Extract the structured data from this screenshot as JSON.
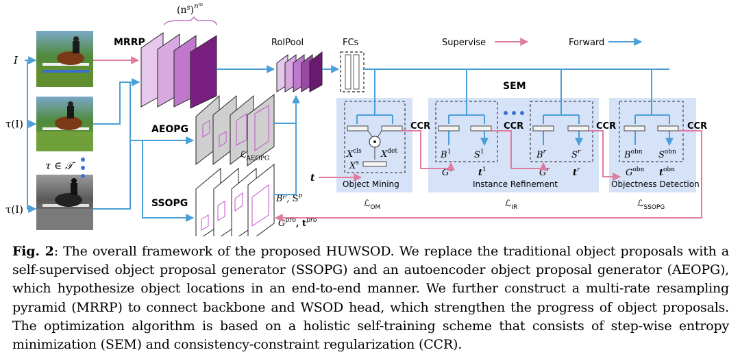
{
  "figure": {
    "inputs": {
      "input_label": "I",
      "tau_label_top": "τ(I)",
      "tau_label_bottom": "τ(I)",
      "tau_set": "τ ∈ 𝒯"
    },
    "exponent_label": "(n",
    "exponent_label_s": "s",
    "exponent_label_close": ")",
    "exponent_label_n": "n",
    "exponent_label_m": "m",
    "mrrp": "MRRP",
    "roipool": "RoIPool",
    "fcs": "FCs",
    "aeopg": "AEOPG",
    "ssopg": "SSOPG",
    "l_aeopg_main": "ℒ",
    "l_aeopg_sub": "AEOPG",
    "bp_sp": "B",
    "bp_sup": "p",
    "sp": ", S",
    "sp_sup": "p",
    "gpro": "G",
    "gpro_sup": "pro",
    "tpro": ", t",
    "tpro_sup": "pro",
    "legend_supervise": "Supervise",
    "legend_forward": "Forward",
    "sem": "SEM",
    "ccr": "CCR",
    "t_input": "t",
    "om": {
      "title": "Object Mining",
      "xcls": "X",
      "xcls_sup": "cls",
      "xdet": "X",
      "xdet_sup": "det",
      "xs": "X",
      "xs_sup": "s",
      "loss": "ℒ",
      "loss_sub": "OM"
    },
    "ir": {
      "title": "Instance Refinement",
      "b1": "B",
      "b1_sup": "1",
      "s1": "S",
      "s1_sup": "1",
      "g1": "G",
      "g1_sup": "1",
      "t1": "t",
      "t1_sup": "1",
      "br": "B",
      "br_sup": "r",
      "sr": "S",
      "sr_sup": "r",
      "gr": "G",
      "gr_sup": "r",
      "tr": "t",
      "tr_sup": "r",
      "loss": "ℒ",
      "loss_sub": "IR"
    },
    "od": {
      "title": "Objectness Detection",
      "bobn": "B",
      "bobn_sup": "obn",
      "sobn": "S",
      "sobn_sup": "obn",
      "gobn": "G",
      "gobn_sup": "obn",
      "tobn": "t",
      "tobn_sup": "obn",
      "loss": "ℒ",
      "loss_sub": "SSOPG"
    },
    "colors": {
      "forward": "#4a9fd8",
      "supervise": "#e07ca0",
      "panel": "#d6e2f8",
      "purple_dark": "#6a1a70",
      "purple_light": "#e6c8ec"
    }
  },
  "caption": {
    "label": "Fig. 2",
    "text": ": The overall framework of the proposed HUWSOD. We replace the traditional object proposals with a self-supervised object proposal generator (SSOPG) and an autoencoder object proposal generator (AEOPG), which hypothesize object locations in an end-to-end manner. We further construct a multi-rate resampling pyramid (MRRP) to connect backbone and WSOD head, which strengthen the progress of object proposals. The optimization algorithm is based on a holistic self-training scheme that consists of step-wise entropy minimization (SEM) and consistency-constraint regularization (CCR)."
  }
}
